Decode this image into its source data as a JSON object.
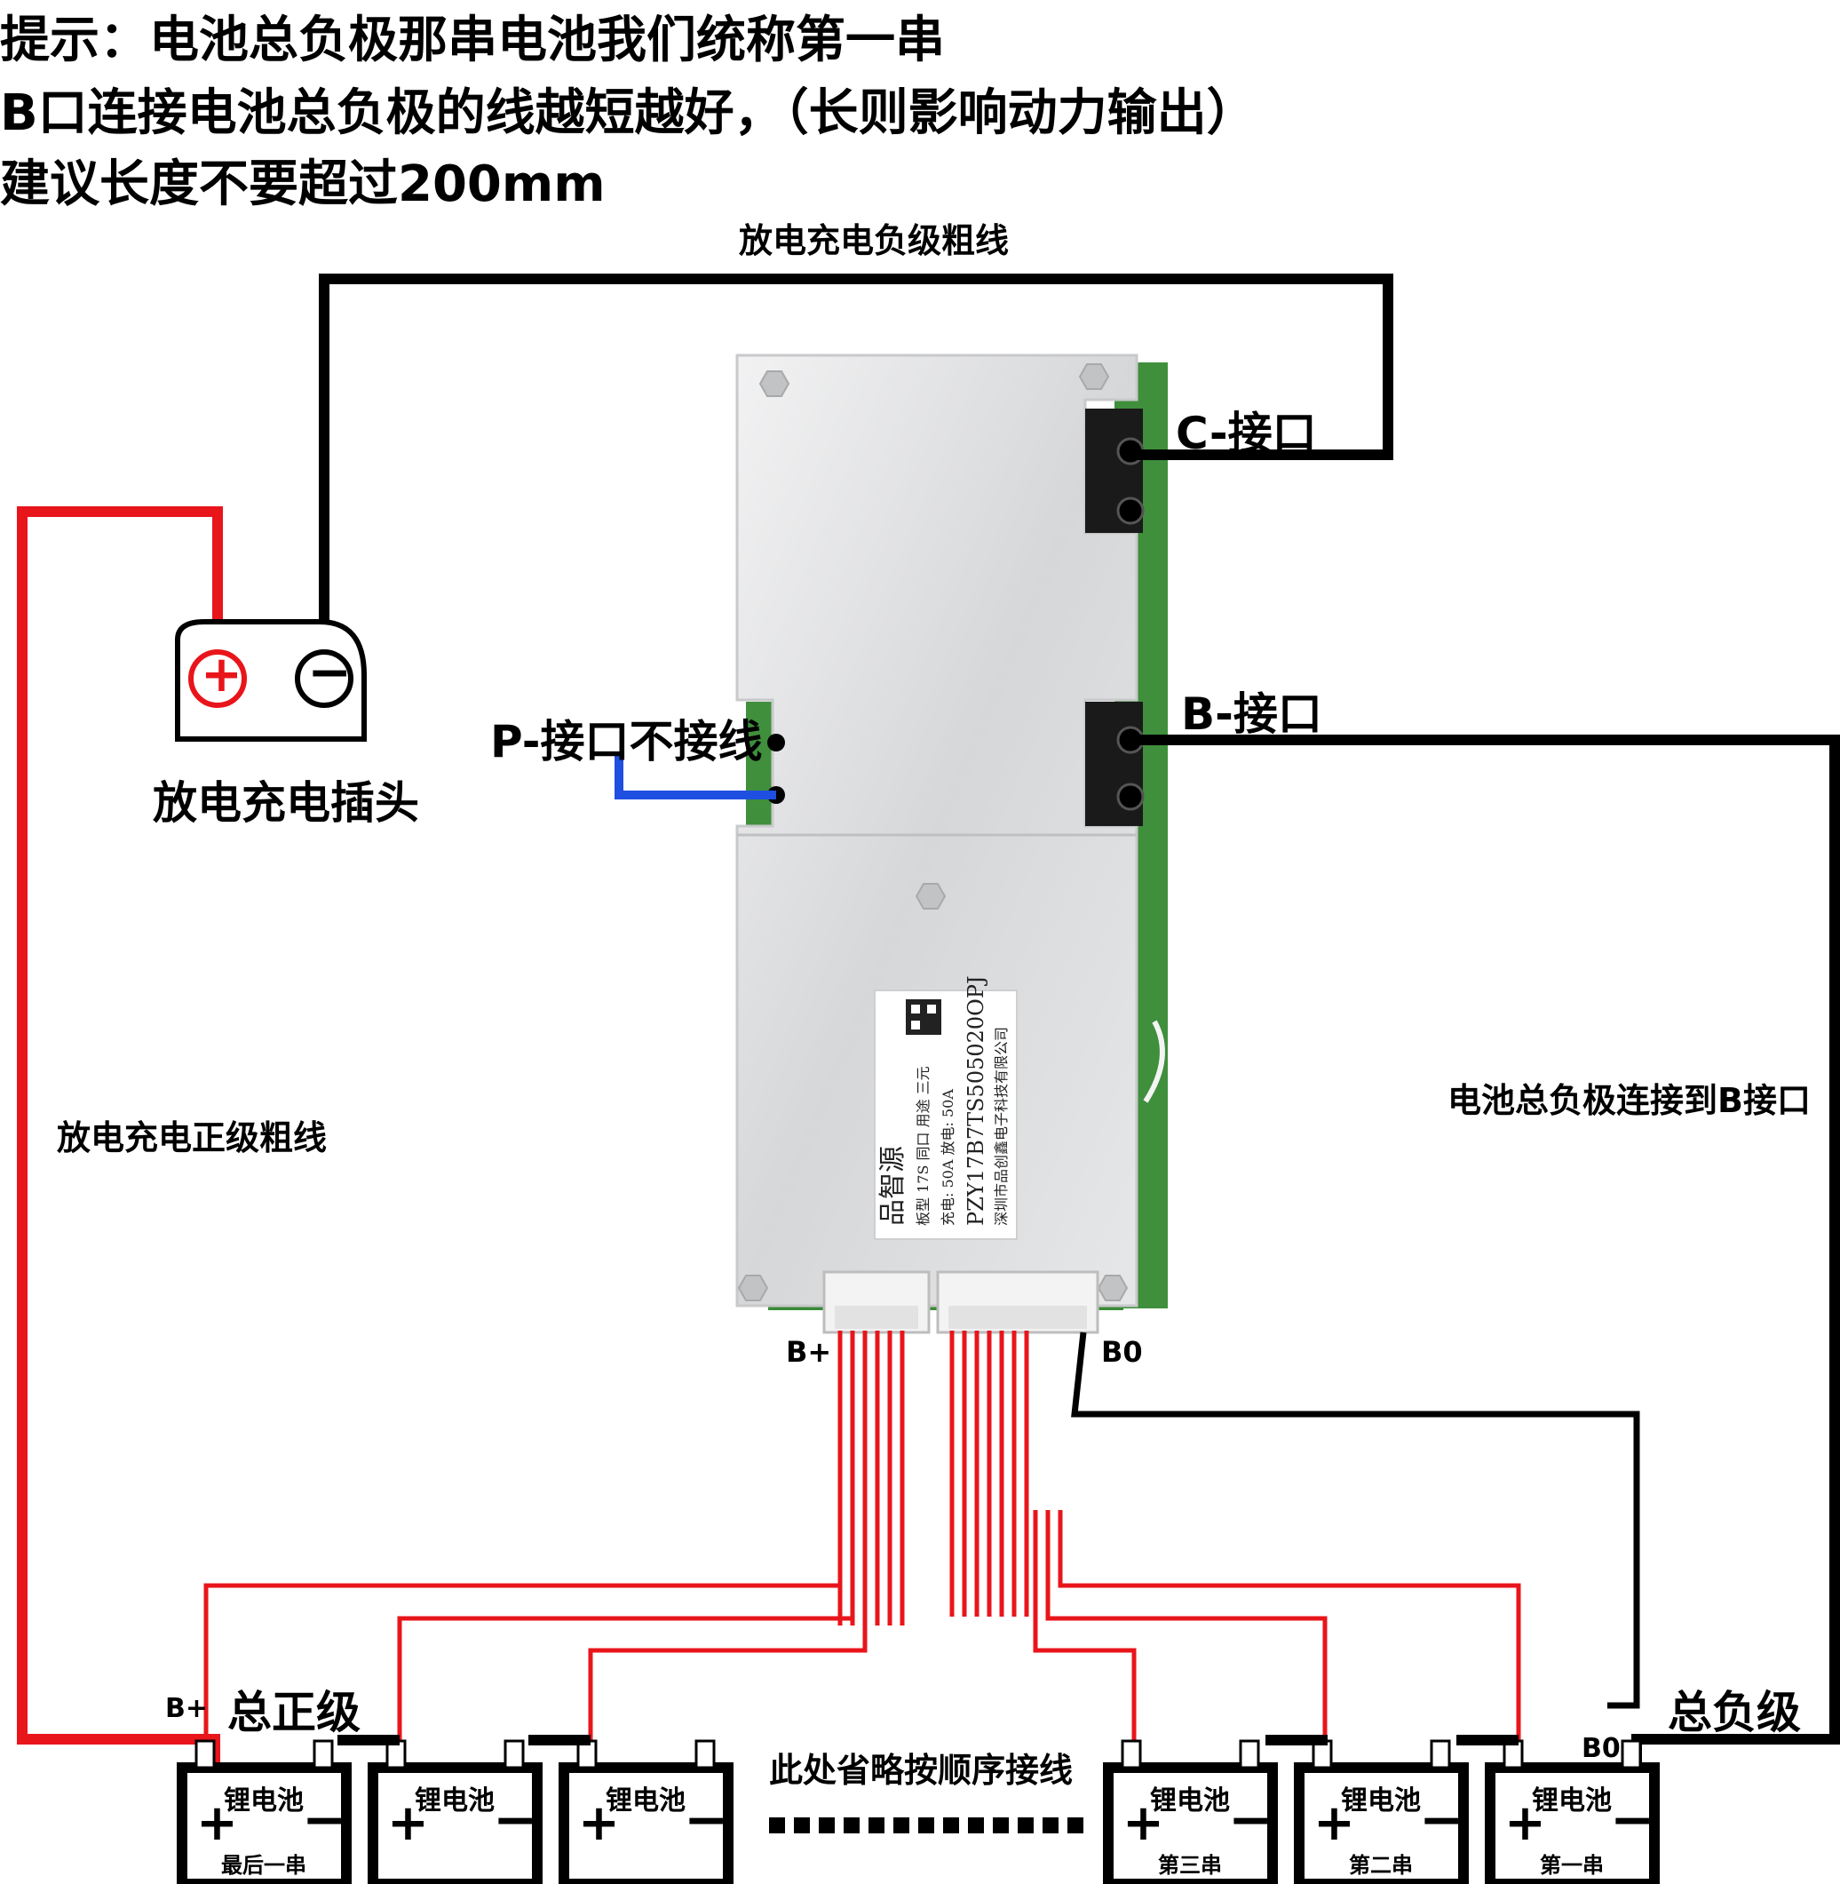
{
  "hints": [
    "提示：电池总负极那串电池我们统称第一串",
    "B口连接电池总负极的线越短越好，（长则影响动力输出）",
    "建议长度不要超过200mm"
  ],
  "labels": {
    "discharge_negative_wire": "放电充电负级粗线",
    "discharge_positive_wire": "放电充电正级粗线",
    "plug": "放电充电插头",
    "c_port": "C-接口",
    "b_port": "B-接口",
    "p_port": "P-接口不接线",
    "battery_neg_to_b": "电池总负极连接到B接口",
    "b_plus_top": "B+",
    "b0_top": "B0",
    "b_plus_bottom": "B+",
    "total_positive": "总正级",
    "total_negative": "总负级",
    "b0_bottom": "B0",
    "omitted": "此处省略按顺序接线"
  },
  "plug": {
    "plus_symbol": "+",
    "minus_symbol": "−"
  },
  "board_label": {
    "brand": "品智源",
    "line1": "板型 17S 同口 用途 三元",
    "line2": "充电: 50A  放电: 50A",
    "model": "PZY17B7TS505020OPJ",
    "company": "深圳市品创鑫电子科技有限公司"
  },
  "cells": [
    {
      "name": "锂电池",
      "plus": "+",
      "minus": "−",
      "index": "最后一串"
    },
    {
      "name": "锂电池",
      "plus": "+",
      "minus": "−",
      "index": ""
    },
    {
      "name": "锂电池",
      "plus": "+",
      "minus": "−",
      "index": ""
    },
    {
      "name": "锂电池",
      "plus": "+",
      "minus": "−",
      "index": "第三串"
    },
    {
      "name": "锂电池",
      "plus": "+",
      "minus": "−",
      "index": "第二串"
    },
    {
      "name": "锂电池",
      "plus": "+",
      "minus": "−",
      "index": "第一串"
    }
  ],
  "colors": {
    "positive_wire": "#e8151b",
    "negative_wire": "#000000",
    "p_wire": "#1f4fe0",
    "balance_wire": "#e8151b",
    "board": "#d9dadc",
    "pcb": "#3c8a3a"
  }
}
